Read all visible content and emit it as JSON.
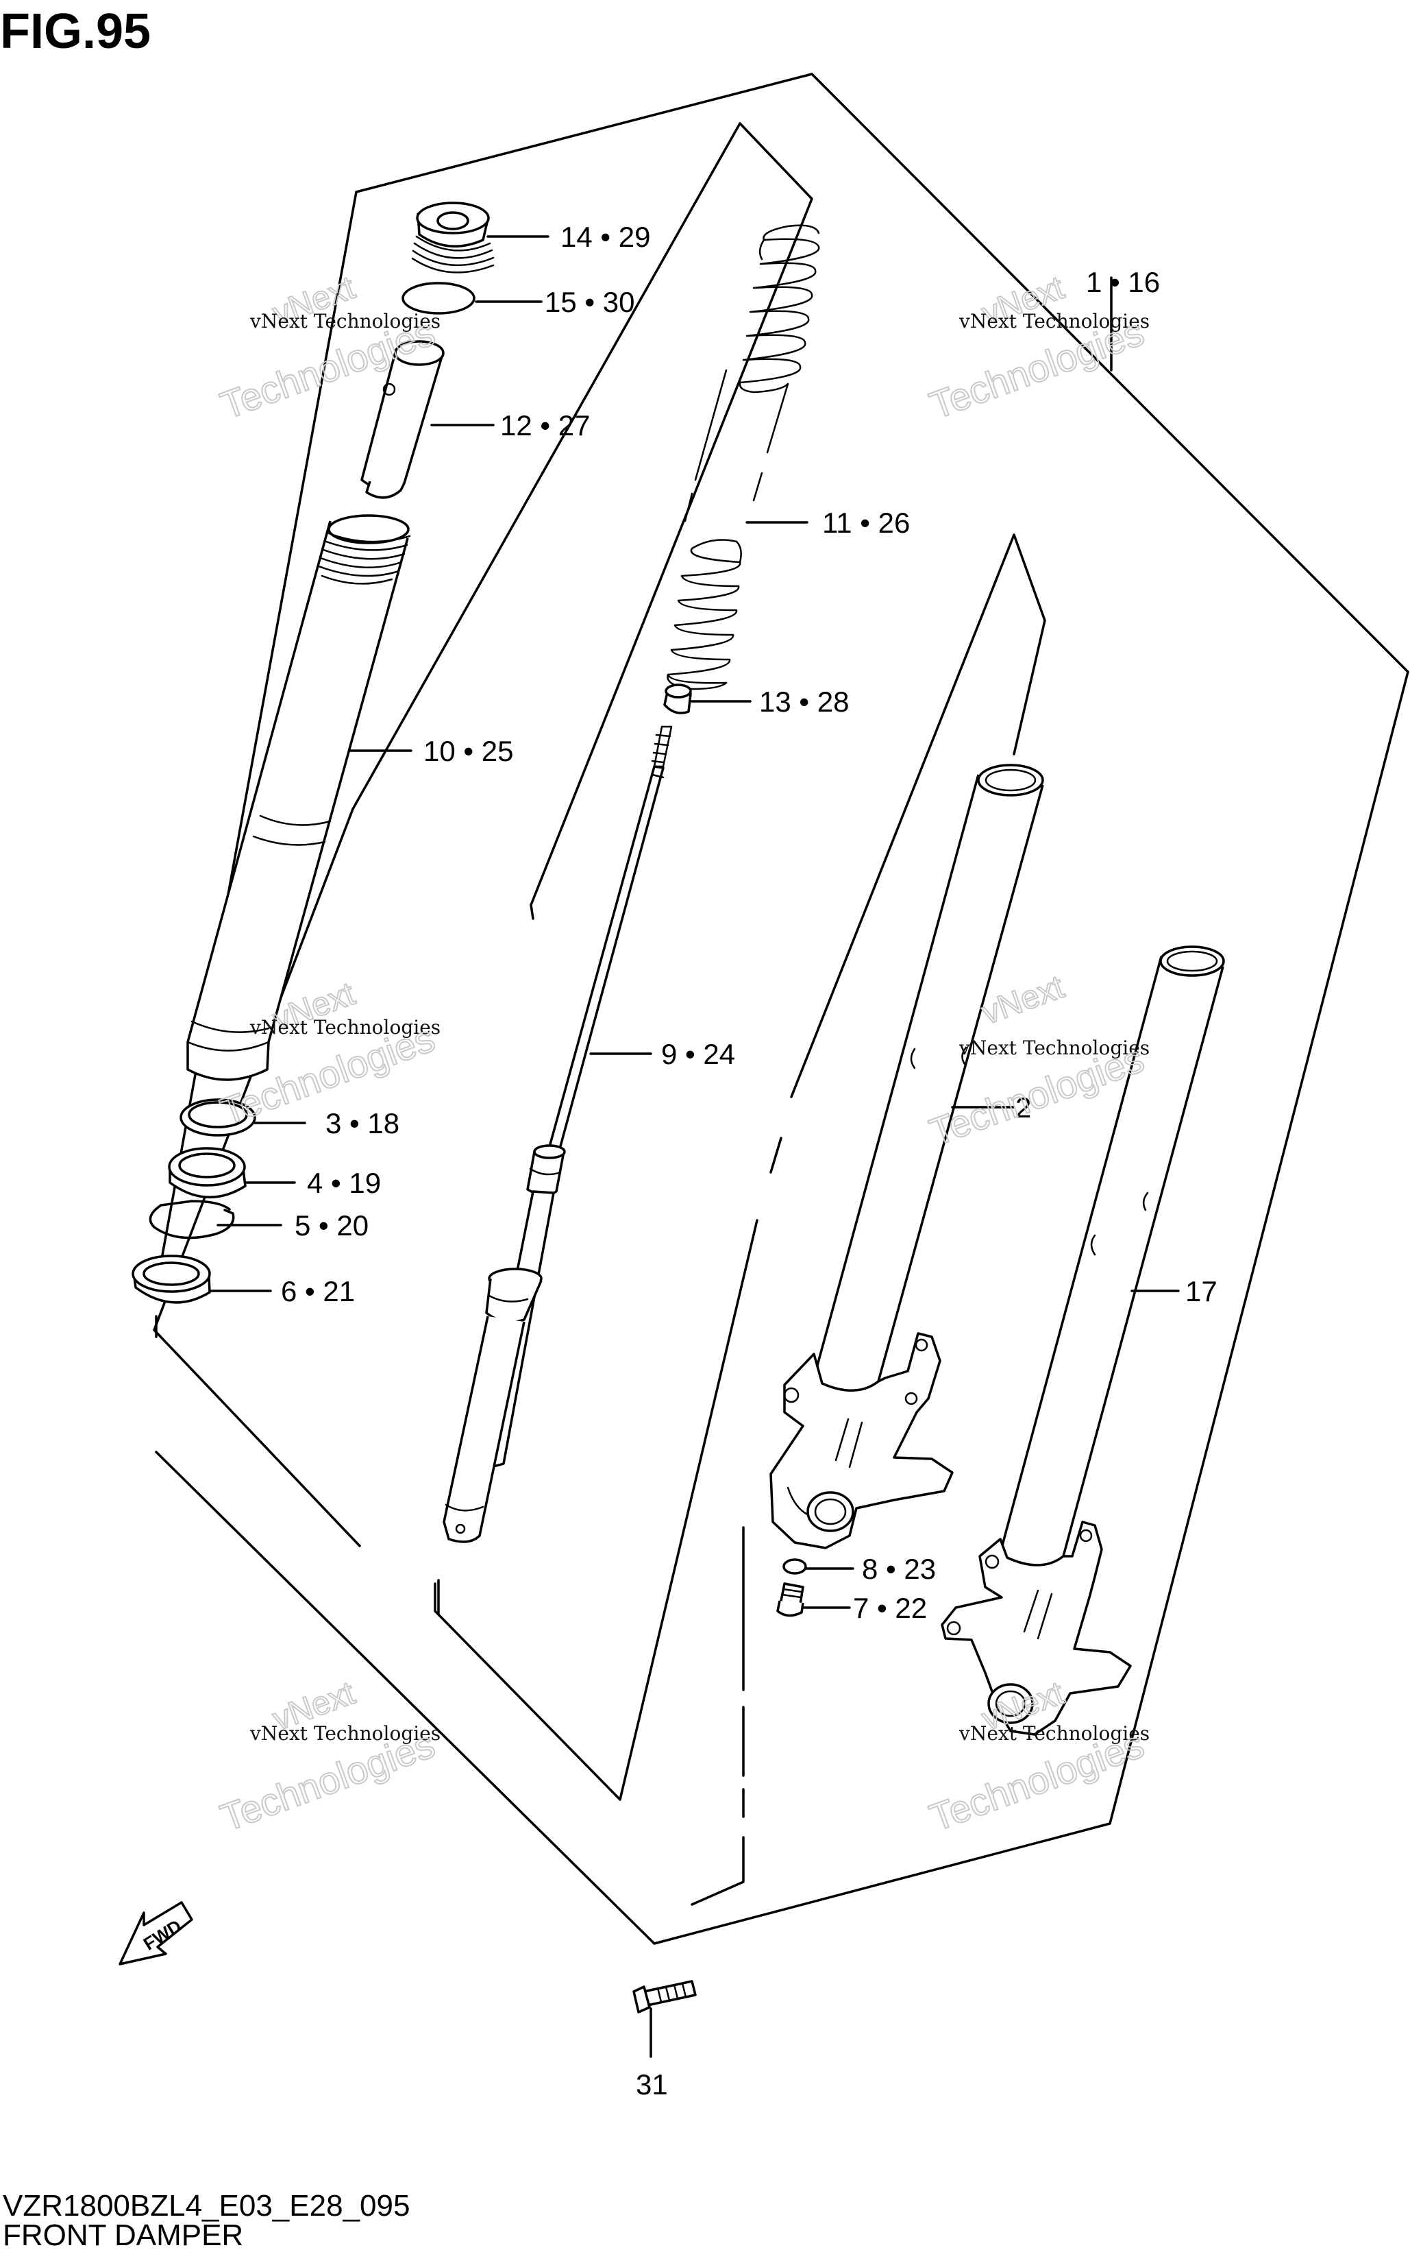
{
  "figure": {
    "title": "FIG.95",
    "model_code": "VZR1800BZL4_E03_E28_095",
    "name": "FRONT DAMPER"
  },
  "fwd_label": "FWD",
  "watermark": {
    "line1": "vNext Technologies",
    "line2": "Technologies",
    "line3": "vNext"
  },
  "callouts": [
    {
      "id": "c-1-16",
      "text": "1 • 16"
    },
    {
      "id": "c-14-29",
      "text": "14 • 29"
    },
    {
      "id": "c-15-30",
      "text": "15 • 30"
    },
    {
      "id": "c-12-27",
      "text": "12 • 27"
    },
    {
      "id": "c-11-26",
      "text": "11 • 26"
    },
    {
      "id": "c-13-28",
      "text": "13 • 28"
    },
    {
      "id": "c-10-25",
      "text": "10 • 25"
    },
    {
      "id": "c-9-24",
      "text": "9 • 24"
    },
    {
      "id": "c-2",
      "text": "2"
    },
    {
      "id": "c-3-18",
      "text": "3 • 18"
    },
    {
      "id": "c-4-19",
      "text": "4 • 19"
    },
    {
      "id": "c-5-20",
      "text": "5 • 20"
    },
    {
      "id": "c-6-21",
      "text": "6 • 21"
    },
    {
      "id": "c-17",
      "text": "17"
    },
    {
      "id": "c-8-23",
      "text": "8 • 23"
    },
    {
      "id": "c-7-22",
      "text": "7 • 22"
    },
    {
      "id": "c-31",
      "text": "31"
    }
  ]
}
